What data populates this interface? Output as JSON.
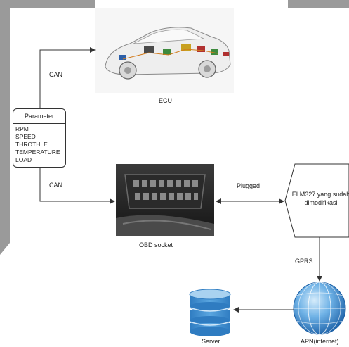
{
  "nodes": {
    "ecu": {
      "label": "ECU"
    },
    "parameter": {
      "title": "Parameter",
      "items": [
        "RPM",
        "SPEED",
        "THROTHLE",
        "TEMPERATURE",
        "LOAD"
      ]
    },
    "obd": {
      "label": "OBD socket"
    },
    "elm": {
      "label": "ELM327 yang sudah dimodifikasi"
    },
    "apn": {
      "label": "APN(internet)"
    },
    "server": {
      "label": "Server"
    }
  },
  "edges": {
    "can_top": "CAN",
    "can_bottom": "CAN",
    "plugged": "Plugged",
    "gprs": "GPRS"
  },
  "colors": {
    "line": "#333333",
    "db_blue": "#3f8fd0",
    "db_light": "#a9d2f0",
    "globe_blue": "#1f6fb5",
    "globe_light": "#8fc6ee",
    "bg_gray": "#9a9a9a"
  }
}
